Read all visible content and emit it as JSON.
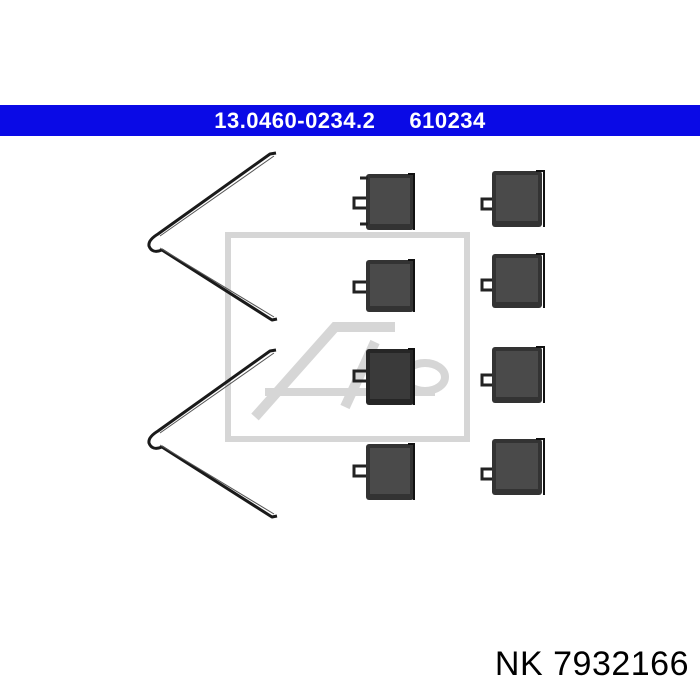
{
  "header": {
    "part_number": "13.0460-0234.2",
    "ref_number": "610234",
    "bar_color": "#0a0ae6",
    "text_color": "#ffffff"
  },
  "watermark": {
    "logo_name": "ate-logo-watermark",
    "logo_text": "Ate",
    "color": "#d6d6d6"
  },
  "parts": {
    "springs": [
      "anti-rattle-spring-wire",
      "anti-rattle-spring-wire"
    ],
    "clips_left": [
      "pad-clip",
      "pad-clip",
      "pad-clip",
      "pad-clip"
    ],
    "clips_right": [
      "pad-clip",
      "pad-clip",
      "pad-clip",
      "pad-clip"
    ]
  },
  "footer": {
    "brand": "NK",
    "code": "7932166"
  }
}
